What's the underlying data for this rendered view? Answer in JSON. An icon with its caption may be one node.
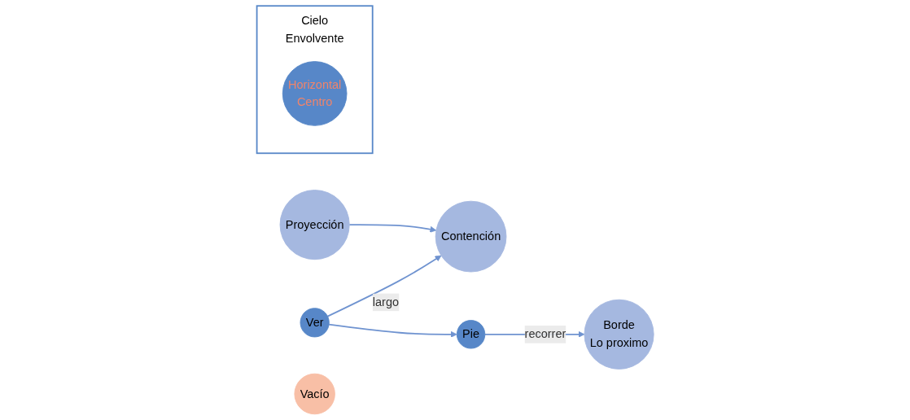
{
  "diagram": {
    "nodes": [
      {
        "text": [
          "Proyección"
        ]
      },
      {
        "text": [
          "Ver"
        ]
      },
      {
        "text": [
          "Cielo",
          "Envolvente"
        ]
      },
      {
        "text": [
          "Horizontal",
          "Centro"
        ],
        "in": 2
      },
      {
        "text": [
          "Contención"
        ]
      },
      {
        "text": [
          "Vacío"
        ]
      },
      {
        "text": [
          "Pie"
        ]
      },
      {
        "text": [
          "Borde",
          "Lo proximo"
        ]
      }
    ],
    "edges": [
      {
        "from": 0,
        "to": 4,
        "arrow": "to"
      },
      {
        "from": 1,
        "to": 4,
        "arrow": "to",
        "label": "largo"
      },
      {
        "from": 1,
        "to": 6,
        "arrow": "to"
      },
      {
        "from": 6,
        "to": 7,
        "arrow": "to",
        "label": "recorrer"
      }
    ]
  }
}
